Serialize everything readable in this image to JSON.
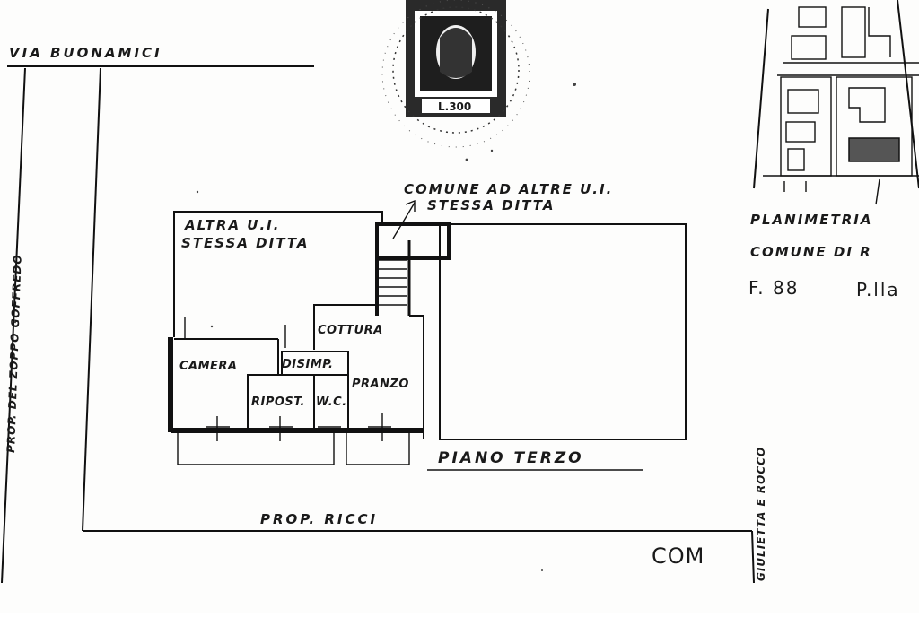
{
  "streets": {
    "via_buonamici": "VIA BUONAMICI",
    "prop_left": "PROP. DEL ZOPPO GOFFREDO",
    "prop_bottom": "PROP. RICCI",
    "prop_right": "GIULIETTA E ROCCO"
  },
  "plan": {
    "altra_ui_line1": "ALTRA U.I.",
    "altra_ui_line2": "STESSA DITTA",
    "comune_line1": "COMUNE AD ALTRE U.I.",
    "comune_line2": "STESSA DITTA",
    "floor_label": "PIANO TERZO"
  },
  "rooms": {
    "camera": "CAMERA",
    "disimp": "DISIMP.",
    "cottura": "COTTURA",
    "pranzo": "PRANZO",
    "ripost": "RIPOST.",
    "wc": "W.C."
  },
  "site_plan": {
    "title": "PLANIMETRIA",
    "comune": "COMUNE DI R",
    "foglio": "F. 88",
    "particella": "P.lla"
  },
  "stamp": {
    "value": "L.300"
  },
  "signature": "COM",
  "colors": {
    "ink": "#111111",
    "paper": "#fdfdfc"
  }
}
